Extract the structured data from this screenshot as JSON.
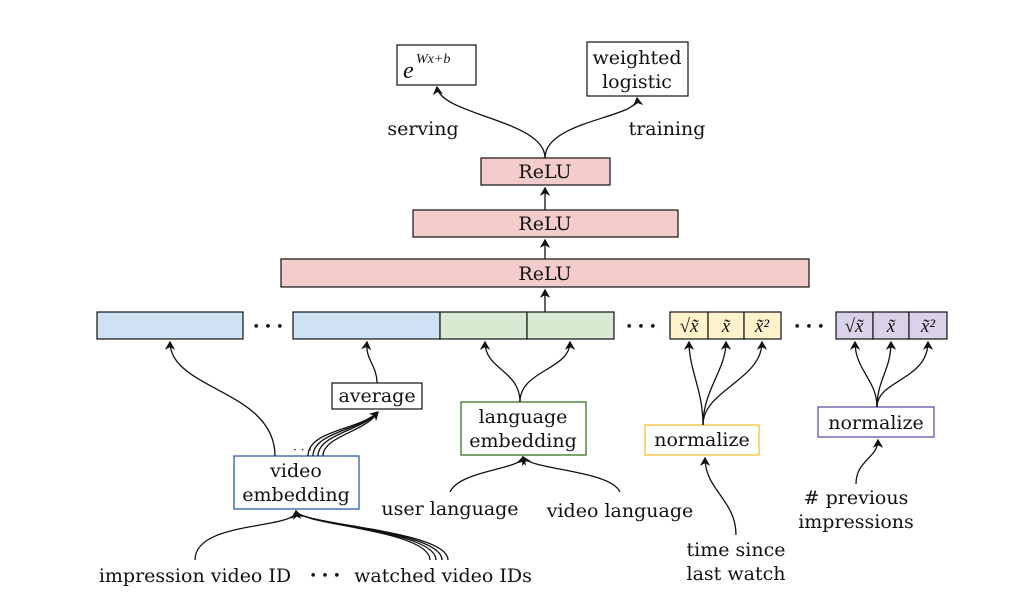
{
  "output": {
    "serving_box": "e",
    "serving_exponent": "Wx+b",
    "training_box_line1": "weighted",
    "training_box_line2": "logistic",
    "serving_label": "serving",
    "training_label": "training"
  },
  "layers": [
    "ReLU",
    "ReLU",
    "ReLU"
  ],
  "features": {
    "dots": "• • •",
    "yellow_cells": [
      "√x̃",
      "x̃",
      "x̃²"
    ],
    "purple_cells": [
      "√x̃",
      "x̃",
      "x̃²"
    ],
    "average": "average",
    "video_embedding": [
      "video",
      "embedding"
    ],
    "language_embedding": [
      "language",
      "embedding"
    ],
    "normalize_time": "normalize",
    "normalize_impressions": "normalize",
    "user_language": "user language",
    "video_language": "video language",
    "time_since": [
      "time since",
      "last watch"
    ],
    "previous_impressions": [
      "# previous",
      "impressions"
    ],
    "impression_video_id": "impression video ID",
    "watched_video_ids": "watched video IDs",
    "small_dots": "· · ·"
  },
  "colors": {
    "blue": "#cfe2f3",
    "green": "#d9ead3",
    "yellow": "#fff2cc",
    "purple": "#d9d2e9",
    "pink": "#f4cccc"
  }
}
